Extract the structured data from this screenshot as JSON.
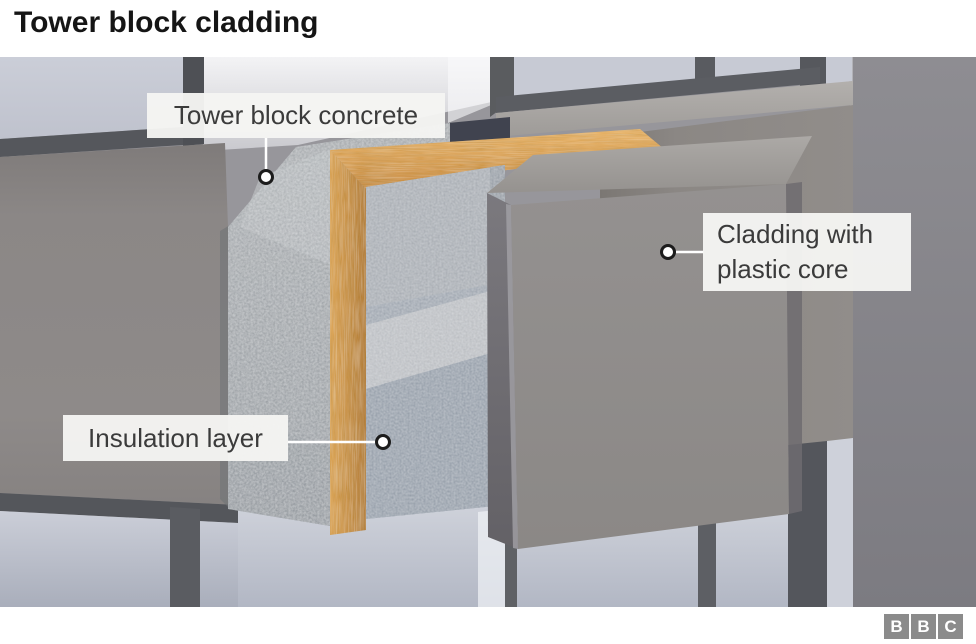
{
  "title": "Tower block cladding",
  "diagram": {
    "labels": [
      {
        "id": "tower-block-concrete",
        "text": "Tower block concrete"
      },
      {
        "id": "cladding-with-plastic-core",
        "text": "Cladding with plastic core"
      },
      {
        "id": "insulation-layer",
        "text": "Insulation layer"
      }
    ]
  },
  "branding": {
    "letters": [
      "B",
      "B",
      "C"
    ]
  },
  "colors": {
    "wood": "#d79b4f",
    "concrete": "#9ca0a4",
    "insulation": "#8d97a3",
    "cladding_panel": "#908d8b",
    "window_pane": "#c7cad4",
    "frame": "#55575c",
    "label_background": "#f4f4f2",
    "label_text": "#3b3b3b",
    "title_text": "#151515",
    "bbc_block": "#8b8b8b"
  }
}
